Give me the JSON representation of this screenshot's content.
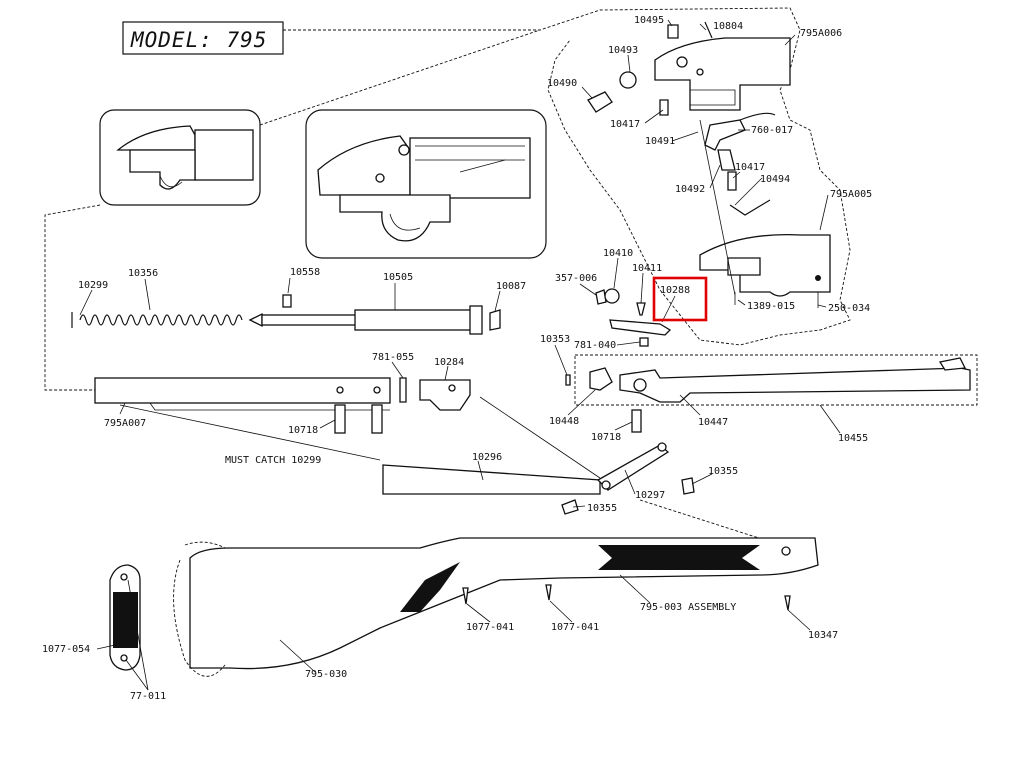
{
  "title": "MODEL: 795",
  "highlight_color": "#e00000",
  "highlighted_part": "10288",
  "labels": {
    "p10495": "10495",
    "p10804": "10804",
    "p795A006": "795A006",
    "p10493": "10493",
    "p10490": "10490",
    "p10417a": "10417",
    "p10491": "10491",
    "p760_017": "760-017",
    "p10417b": "10417",
    "p10494": "10494",
    "p10492": "10492",
    "p795A005": "795A005",
    "p1389_015": "1389-015",
    "p250_034": "250-034",
    "p10356": "10356",
    "p10299": "10299",
    "p10558": "10558",
    "p10505": "10505",
    "p10087": "10087",
    "p357_006": "357-006",
    "p10410": "10410",
    "p10411": "10411",
    "p10288": "10288",
    "p10353": "10353",
    "p781_040": "781-040",
    "p781_055": "781-055",
    "p10284": "10284",
    "p795A007": "795A007",
    "p10718a": "10718",
    "p10448": "10448",
    "p10718b": "10718",
    "p10447": "10447",
    "p10455": "10455",
    "must_catch": "MUST CATCH 10299",
    "p10296": "10296",
    "p10355a": "10355",
    "p10297": "10297",
    "p10355b": "10355",
    "p1077_041a": "1077-041",
    "p1077_041b": "1077-041",
    "p795_003": "795-003 ASSEMBLY",
    "p10347": "10347",
    "p1077_054": "1077-054",
    "p77_011": "77-011",
    "p795_030": "795-030"
  }
}
